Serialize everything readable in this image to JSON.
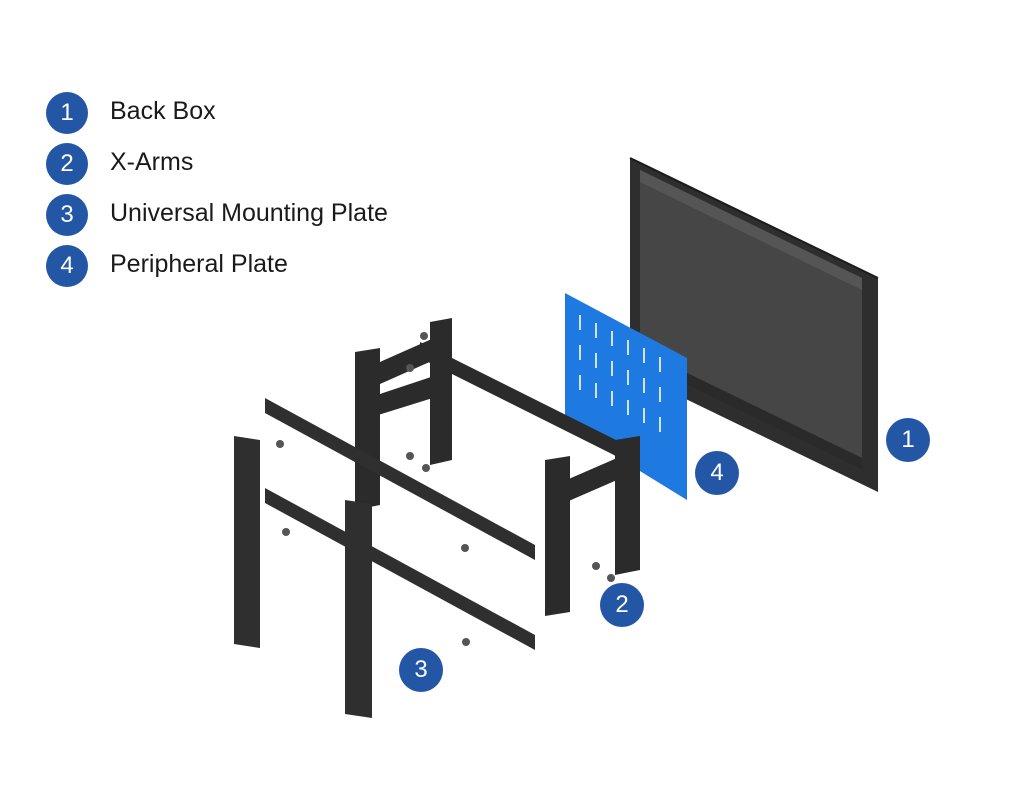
{
  "accent_color": "#2456a6",
  "legend": [
    {
      "number": "1",
      "label": "Back Box"
    },
    {
      "number": "2",
      "label": "X-Arms"
    },
    {
      "number": "3",
      "label": "Universal Mounting Plate"
    },
    {
      "number": "4",
      "label": "Peripheral Plate"
    }
  ],
  "callouts": [
    {
      "number": "1",
      "part": "back-box"
    },
    {
      "number": "2",
      "part": "x-arms"
    },
    {
      "number": "3",
      "part": "universal-mounting-plate"
    },
    {
      "number": "4",
      "part": "peripheral-plate"
    }
  ],
  "colors": {
    "frame": "#2b2b2b",
    "panel": "#3d3d3d",
    "peripheral_plate": "#1e7ae0",
    "badge": "#2456a6"
  }
}
